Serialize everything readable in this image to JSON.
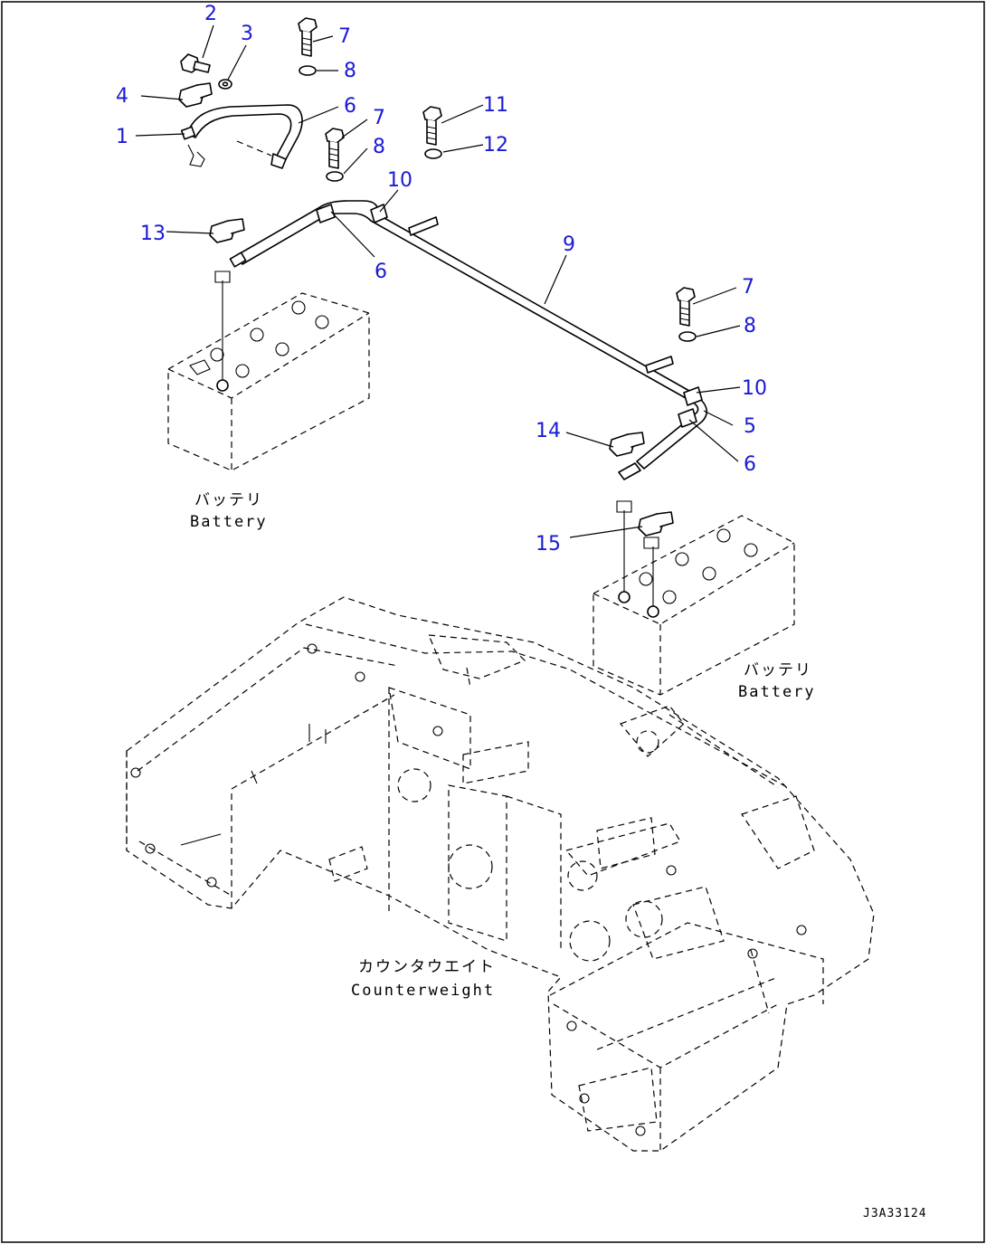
{
  "callouts": {
    "c1": "1",
    "c2": "2",
    "c3": "3",
    "c4": "4",
    "c5": "5",
    "c6a": "6",
    "c6b": "6",
    "c6c": "6",
    "c7a": "7",
    "c7b": "7",
    "c7c": "7",
    "c8a": "8",
    "c8b": "8",
    "c8c": "8",
    "c9": "9",
    "c10a": "10",
    "c10b": "10",
    "c11": "11",
    "c12": "12",
    "c13": "13",
    "c14": "14",
    "c15": "15"
  },
  "labels": {
    "battery_left_jp": "バッテリ",
    "battery_left_en": "Battery",
    "battery_right_jp": "バッテリ",
    "battery_right_en": "Battery",
    "counterweight_jp": "カウンタウエイト",
    "counterweight_en": "Counterweight"
  },
  "drawing_number": "J3A33124",
  "colors": {
    "callout": "#1a1ad6",
    "line": "#000000",
    "background": "#ffffff"
  }
}
